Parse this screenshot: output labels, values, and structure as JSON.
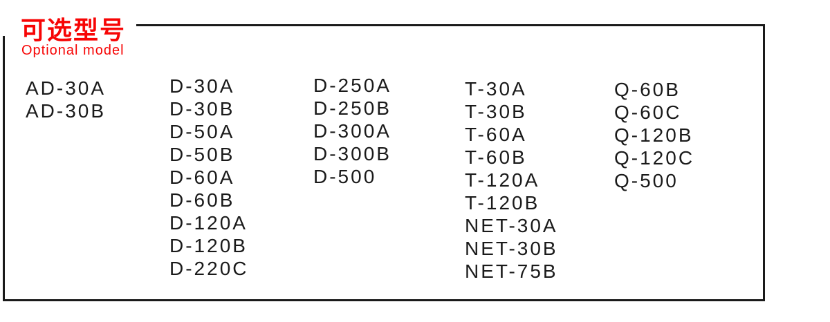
{
  "panel": {
    "title_zh": "可选型号",
    "title_en": "Optional model",
    "accent_color": "#f70505",
    "border_color": "#1a1a1a",
    "text_color": "#1a1a1a"
  },
  "columns": [
    {
      "models": [
        "AD-30A",
        "AD-30B"
      ]
    },
    {
      "models": [
        "D-30A",
        "D-30B",
        "D-50A",
        "D-50B",
        "D-60A",
        "D-60B",
        "D-120A",
        "D-120B",
        "D-220C"
      ]
    },
    {
      "models": [
        "D-250A",
        "D-250B",
        "D-300A",
        "D-300B",
        "D-500"
      ]
    },
    {
      "models": [
        "T-30A",
        "T-30B",
        "T-60A",
        "T-60B",
        "T-120A",
        "T-120B",
        "NET-30A",
        "NET-30B",
        "NET-75B"
      ]
    },
    {
      "models": [
        "Q-60B",
        "Q-60C",
        "Q-120B",
        "Q-120C",
        "Q-500"
      ]
    }
  ]
}
